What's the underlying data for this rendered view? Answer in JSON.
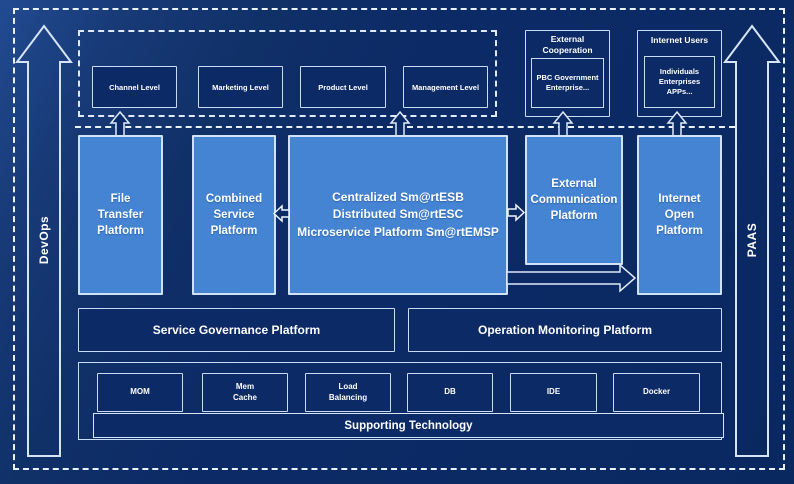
{
  "colors": {
    "background": "#0c2a66",
    "background_highlight": "#224b92",
    "platform_blue": "#4484d2",
    "border_light": "#c7dcf4",
    "dashed_line": "#e9f1fc",
    "text": "#ffffff"
  },
  "rails": {
    "devops_label": "DevOps",
    "paas_label": "PAAS"
  },
  "levels": {
    "channel": "Channel Level",
    "marketing": "Marketing Level",
    "product": "Product Level",
    "management": "Management Level"
  },
  "external_cooperation": {
    "title": "External\nCooperation",
    "members": "PBC Government\nEnterprise..."
  },
  "internet_users": {
    "title": "Internet Users",
    "members": "Individuals\nEnterprises\nAPPs..."
  },
  "platforms": {
    "file_transfer": "File\nTransfer\nPlatform",
    "combined_service": "Combined\nService\nPlatform",
    "central": "Centralized Sm@rtESB\nDistributed Sm@rtESC\nMicroservice Platform Sm@rtEMSP",
    "external_communication": "External\nCommunication\nPlatform",
    "internet_open": "Internet\nOpen\nPlatform"
  },
  "governance": {
    "service_governance": "Service Governance Platform",
    "operation_monitoring": "Operation Monitoring Platform"
  },
  "supporting": {
    "label": "Supporting Technology",
    "technologies": [
      "MOM",
      "Mem\nCache",
      "Load\nBalancing",
      "DB",
      "IDE",
      "Docker"
    ]
  }
}
